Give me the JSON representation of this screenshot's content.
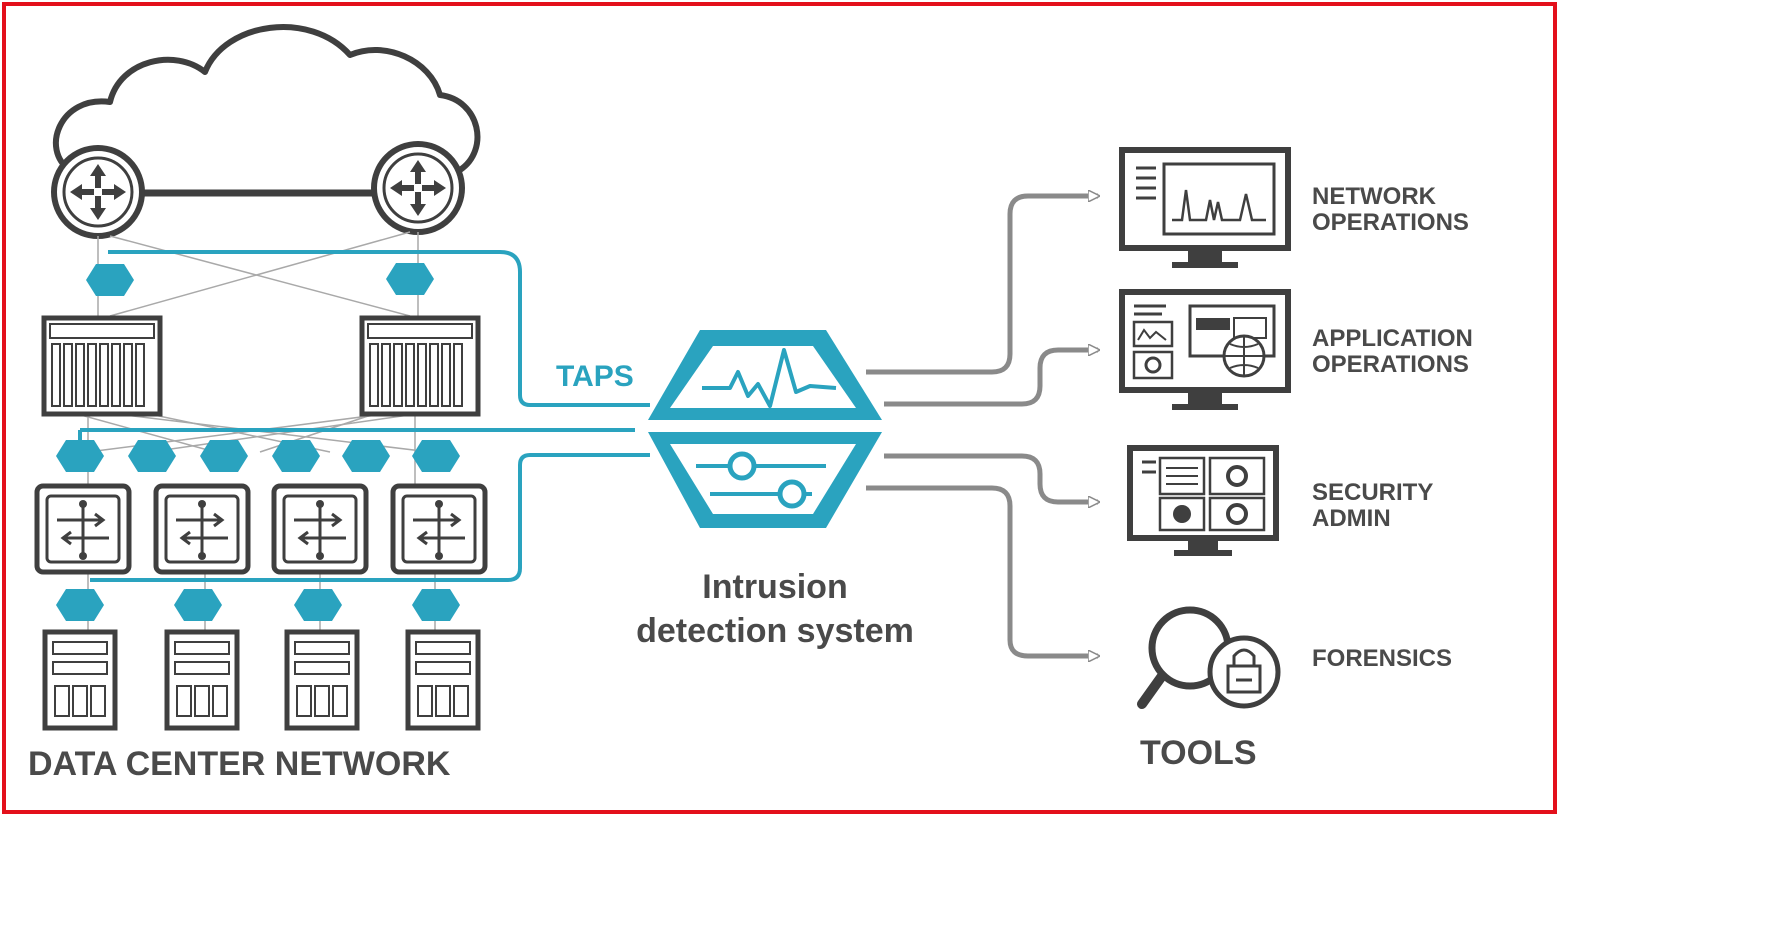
{
  "labels": {
    "taps": "TAPS",
    "ids_line1": "Intrusion",
    "ids_line2": "detection system",
    "data_center": "DATA CENTER NETWORK",
    "tools": "TOOLS"
  },
  "tools": [
    {
      "line1": "NETWORK",
      "line2": "OPERATIONS",
      "icon": "monitor-chart-icon"
    },
    {
      "line1": "APPLICATION",
      "line2": "OPERATIONS",
      "icon": "monitor-apps-icon"
    },
    {
      "line1": "SECURITY",
      "line2": "ADMIN",
      "icon": "monitor-dashboard-icon"
    },
    {
      "line1": "FORENSICS",
      "line2": "",
      "icon": "magnifier-lock-icon"
    }
  ],
  "colors": {
    "frame": "#e3101b",
    "teal": "#2aa3bf",
    "dark": "#3f3f3f",
    "grey_line": "#9a9a9a",
    "text": "#4a4a4a"
  }
}
